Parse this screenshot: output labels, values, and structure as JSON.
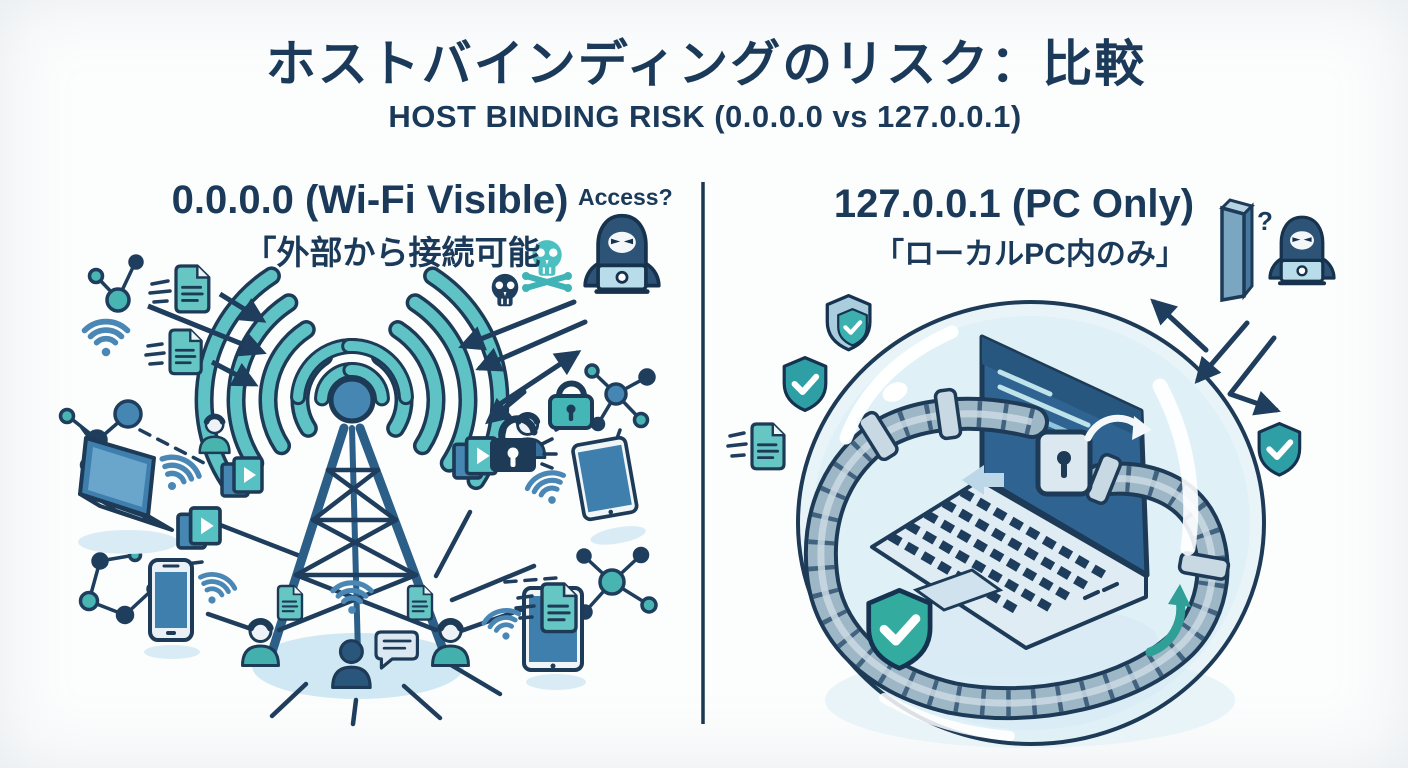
{
  "page": {
    "background_color": "#fcfdfd",
    "accent_navy": "#1d3a57"
  },
  "header": {
    "title_ja": "ホストバインディングのリスク：比較",
    "subtitle_en": "HOST BINDING RISK (0.0.0.0 vs 127.0.0.1)"
  },
  "left_panel": {
    "heading": "0.0.0.0 (Wi-Fi Visible)",
    "subheading": "「外部から接続可能",
    "access_label": "Access?"
  },
  "right_panel": {
    "heading": "127.0.0.1 (PC Only)",
    "subheading": "「ローカルPC内のみ」",
    "question_label": "?"
  },
  "colors": {
    "navy": "#1d3a57",
    "blue": "#3f7fae",
    "teal": "#49b5b2",
    "wifi_teal": "#5fc3c5",
    "light_blue": "#cfe8f3",
    "bubble": "#d9edf6",
    "cable_gray": "#9db7c6",
    "shield_teal": "#2f9fa6",
    "screen_blue": "#2f6391"
  },
  "icon_glyphs": {
    "checkmark": "✓",
    "question": "?",
    "play": "▶",
    "skull": "☠"
  },
  "left_illustration": {
    "center_icon": "wifi-tower",
    "device_icons": [
      "laptop",
      "smartphone",
      "tablet-bottom",
      "tablet-right"
    ],
    "people_icons": [
      "user-teal-left",
      "user-teal-right",
      "user-blue",
      "user-dark-speaking",
      "user-teal-top"
    ],
    "threat_icons": [
      "hacker",
      "skull-crossbones",
      "skull",
      "padlock-broken",
      "padlock-locked"
    ],
    "misc_icons": [
      "documents",
      "media-files",
      "network-node-clusters",
      "speech-bubble",
      "wifi-signals",
      "access-arrows"
    ]
  },
  "right_illustration": {
    "center_icons": [
      "protection-bubble",
      "laptop",
      "loopback-cable",
      "padlock"
    ],
    "security_icons": [
      "shield-check-1",
      "shield-check-2",
      "shield-check-3",
      "shield-check-4"
    ],
    "threat_icons": [
      "hacker",
      "barrier-pillar",
      "deflected-arrows"
    ],
    "misc_icons": [
      "document",
      "return-arrow"
    ]
  }
}
